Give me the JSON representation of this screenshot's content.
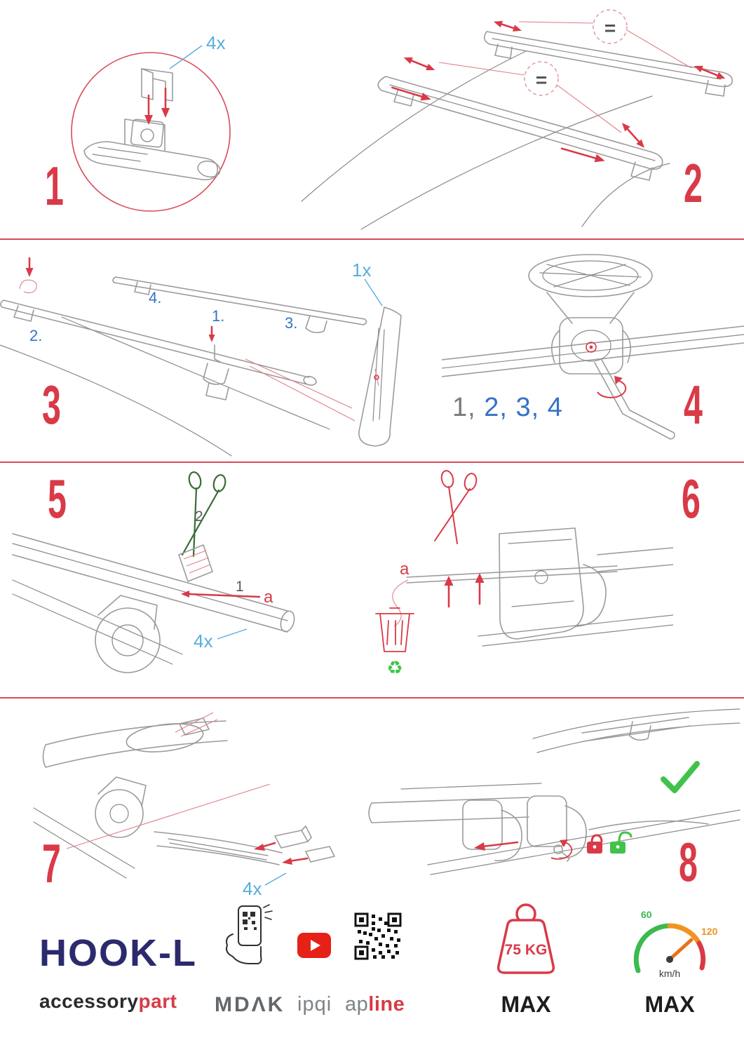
{
  "colors": {
    "accent_red": "#d93a47",
    "label_blue": "#56aedd",
    "number_blue": "#3572c6",
    "brand_navy": "#2b2a6d",
    "line_gray": "#9b9b9b",
    "ok_green": "#41c24b",
    "gauge_orange": "#f0931f"
  },
  "steps": {
    "s1": {
      "number": "1",
      "qty": "4x"
    },
    "s2": {
      "number": "2",
      "equals": "="
    },
    "s3": {
      "number": "3",
      "qty": "1x",
      "sub1": "1.",
      "sub2": "2.",
      "sub3": "3.",
      "sub4": "4."
    },
    "s4": {
      "number": "4",
      "seq_first": "1,",
      "seq_rest": "2, 3, 4"
    },
    "s5": {
      "number": "5",
      "cut_label": "2",
      "insert_label": "1",
      "ref_label": "a",
      "qty": "4x"
    },
    "s6": {
      "number": "6",
      "ref_label": "a",
      "recycle_glyph": "♻"
    },
    "s7": {
      "number": "7",
      "qty": "4x"
    },
    "s8": {
      "number": "8"
    }
  },
  "footer": {
    "product": "HOOK-L",
    "brand_black": "accessory",
    "brand_red": "part",
    "logo_mdak": "MDΛK",
    "logo_ipqi": "ipqi",
    "logo_ap": "ap",
    "logo_line": "line",
    "weight_value": "75 KG",
    "weight_max": "MAX",
    "speed_low": "60",
    "speed_high": "120",
    "speed_unit": "km/h",
    "speed_max": "MAX"
  }
}
